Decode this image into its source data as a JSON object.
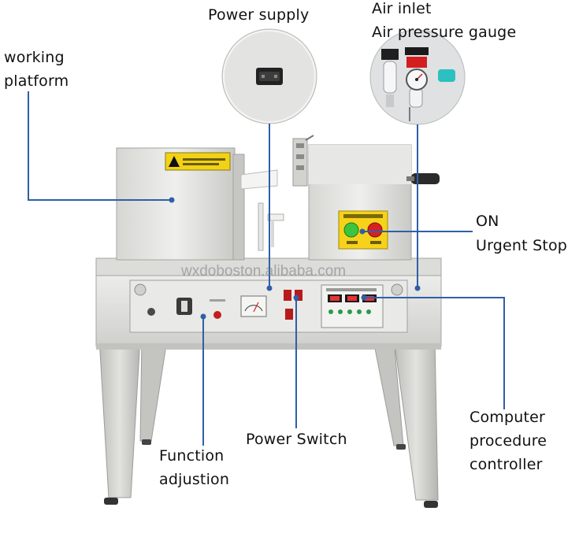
{
  "colors": {
    "leader_line": "#2f5fa8",
    "steel_light": "#e4e4e2",
    "steel_mid": "#cfcfcc",
    "steel_dark": "#a9a9a6",
    "warning_yellow": "#f2d216",
    "panel_yellow": "#f7d21a",
    "button_green": "#3ec43e",
    "button_red": "#d82020"
  },
  "labels": {
    "power_supply": "Power supply",
    "air_inlet": "Air inlet",
    "air_pressure_gauge": "Air pressure gauge",
    "working_platform": [
      "working",
      "platform"
    ],
    "on": "ON",
    "urgent_stop": "Urgent Stop",
    "computer_controller": [
      "Computer",
      "procedure",
      "controller"
    ],
    "power_switch": "Power Switch",
    "function_adjustion": [
      "Function",
      "adjustion"
    ]
  },
  "watermark": "wxdoboston.alibaba.com",
  "icons": {
    "power_socket": "power-socket-icon",
    "air_regulator": "air-regulator-icon",
    "pressure_gauge": "pressure-gauge-icon"
  }
}
